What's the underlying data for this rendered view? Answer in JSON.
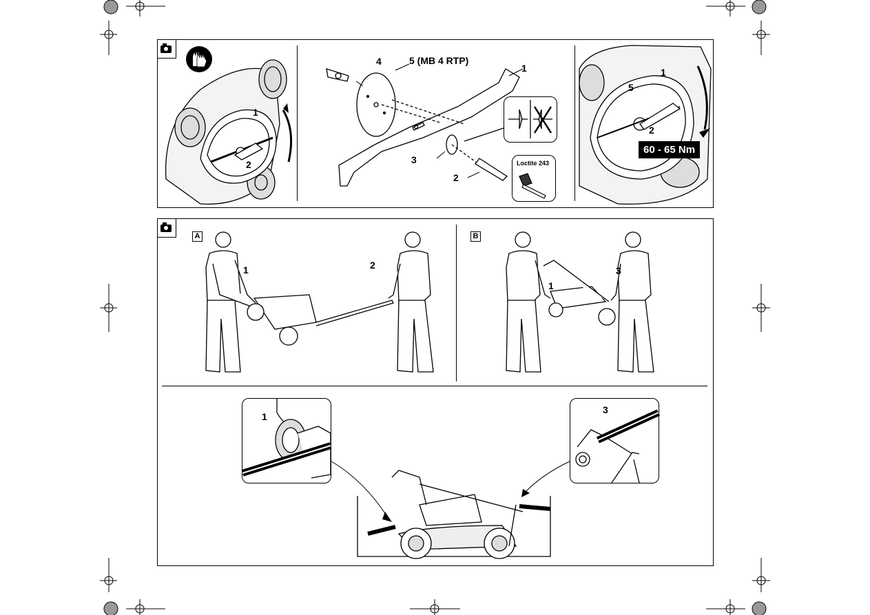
{
  "figure1": {
    "callouts": {
      "left_1": "1",
      "left_2": "2",
      "mid_4": "4",
      "mid_5": "5 (MB 4 RTP)",
      "mid_1": "1",
      "mid_3": "3",
      "mid_2": "2",
      "right_1": "1",
      "right_5": "5",
      "right_2": "2"
    },
    "torque": "60 - 65 Nm",
    "loctite_label": "Loctite 243"
  },
  "figure2": {
    "panel_a_label": "A",
    "panel_b_label": "B",
    "callouts": {
      "a_1": "1",
      "a_2": "2",
      "b_1": "1",
      "b_3": "3",
      "detail_1": "1",
      "detail_3": "3"
    }
  }
}
